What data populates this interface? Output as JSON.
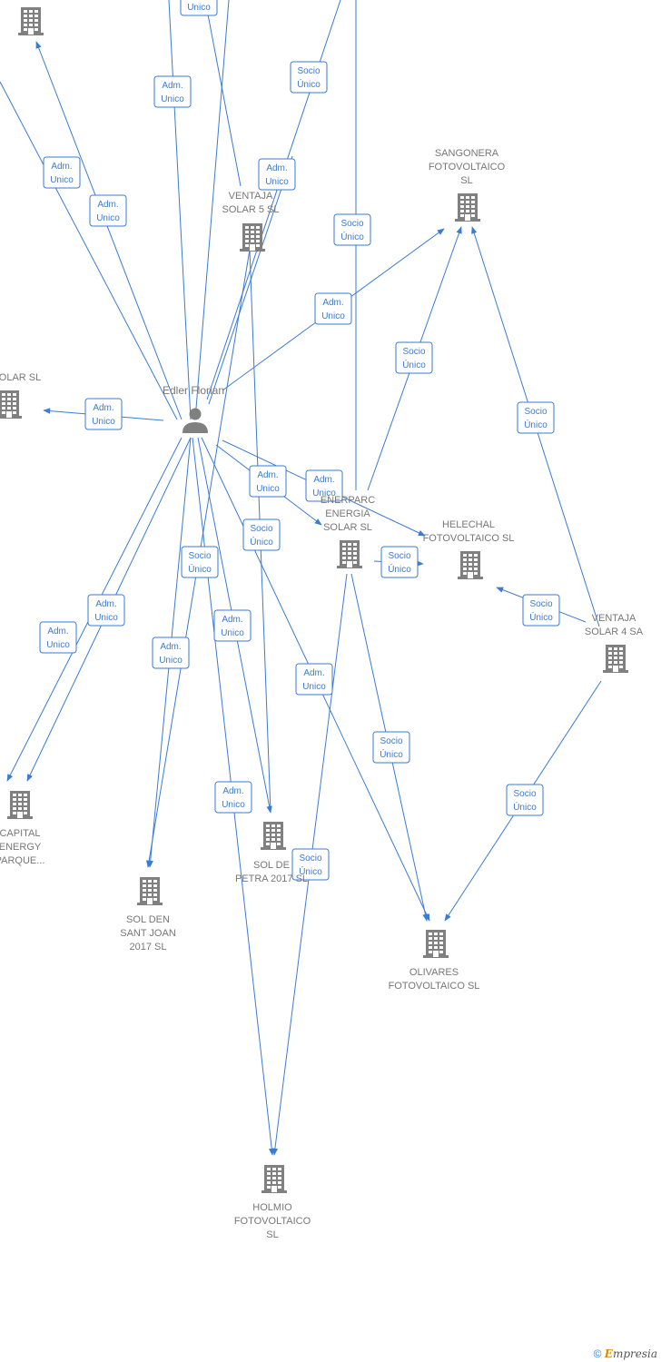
{
  "person": {
    "name": "Edler Florian"
  },
  "companies": {
    "top_left": {
      "lines": []
    },
    "solar_left": {
      "lines": [
        "OLAR  SL"
      ]
    },
    "ventaja5": {
      "lines": [
        "VENTAJA",
        "SOLAR 5  SL"
      ]
    },
    "sangonera": {
      "lines": [
        "SANGONERA",
        "FOTOVOLTAICO",
        "SL"
      ]
    },
    "enerparc": {
      "lines": [
        "ENERPARC",
        "ENERGIA",
        "SOLAR  SL"
      ]
    },
    "helechal": {
      "lines": [
        "HELECHAL",
        "FOTOVOLTAICO SL"
      ]
    },
    "ventaja4": {
      "lines": [
        "VENTAJA",
        "SOLAR 4 SA"
      ]
    },
    "capital": {
      "lines": [
        "CAPITAL",
        "ENERGY",
        "PARQUE..."
      ]
    },
    "sol_den": {
      "lines": [
        "SOL DEN",
        "SANT JOAN",
        "2017  SL"
      ]
    },
    "sol_de_petra": {
      "lines": [
        "SOL DE",
        "PETRA 2017  SL"
      ]
    },
    "olivares": {
      "lines": [
        "OLIVARES",
        "FOTOVOLTAICO SL"
      ]
    },
    "holmio": {
      "lines": [
        "HOLMIO",
        "FOTOVOLTAICO",
        "SL"
      ]
    }
  },
  "edge_labels": {
    "adm_unico": [
      "Adm.",
      "Unico"
    ],
    "socio_unico": [
      "Socio",
      "Único"
    ]
  },
  "footer": {
    "copyright": "©",
    "brand_e": "E",
    "brand_rest": "mpresia"
  },
  "colors": {
    "accent": "#3a7bd5",
    "node": "#808080",
    "label": "#777777"
  }
}
